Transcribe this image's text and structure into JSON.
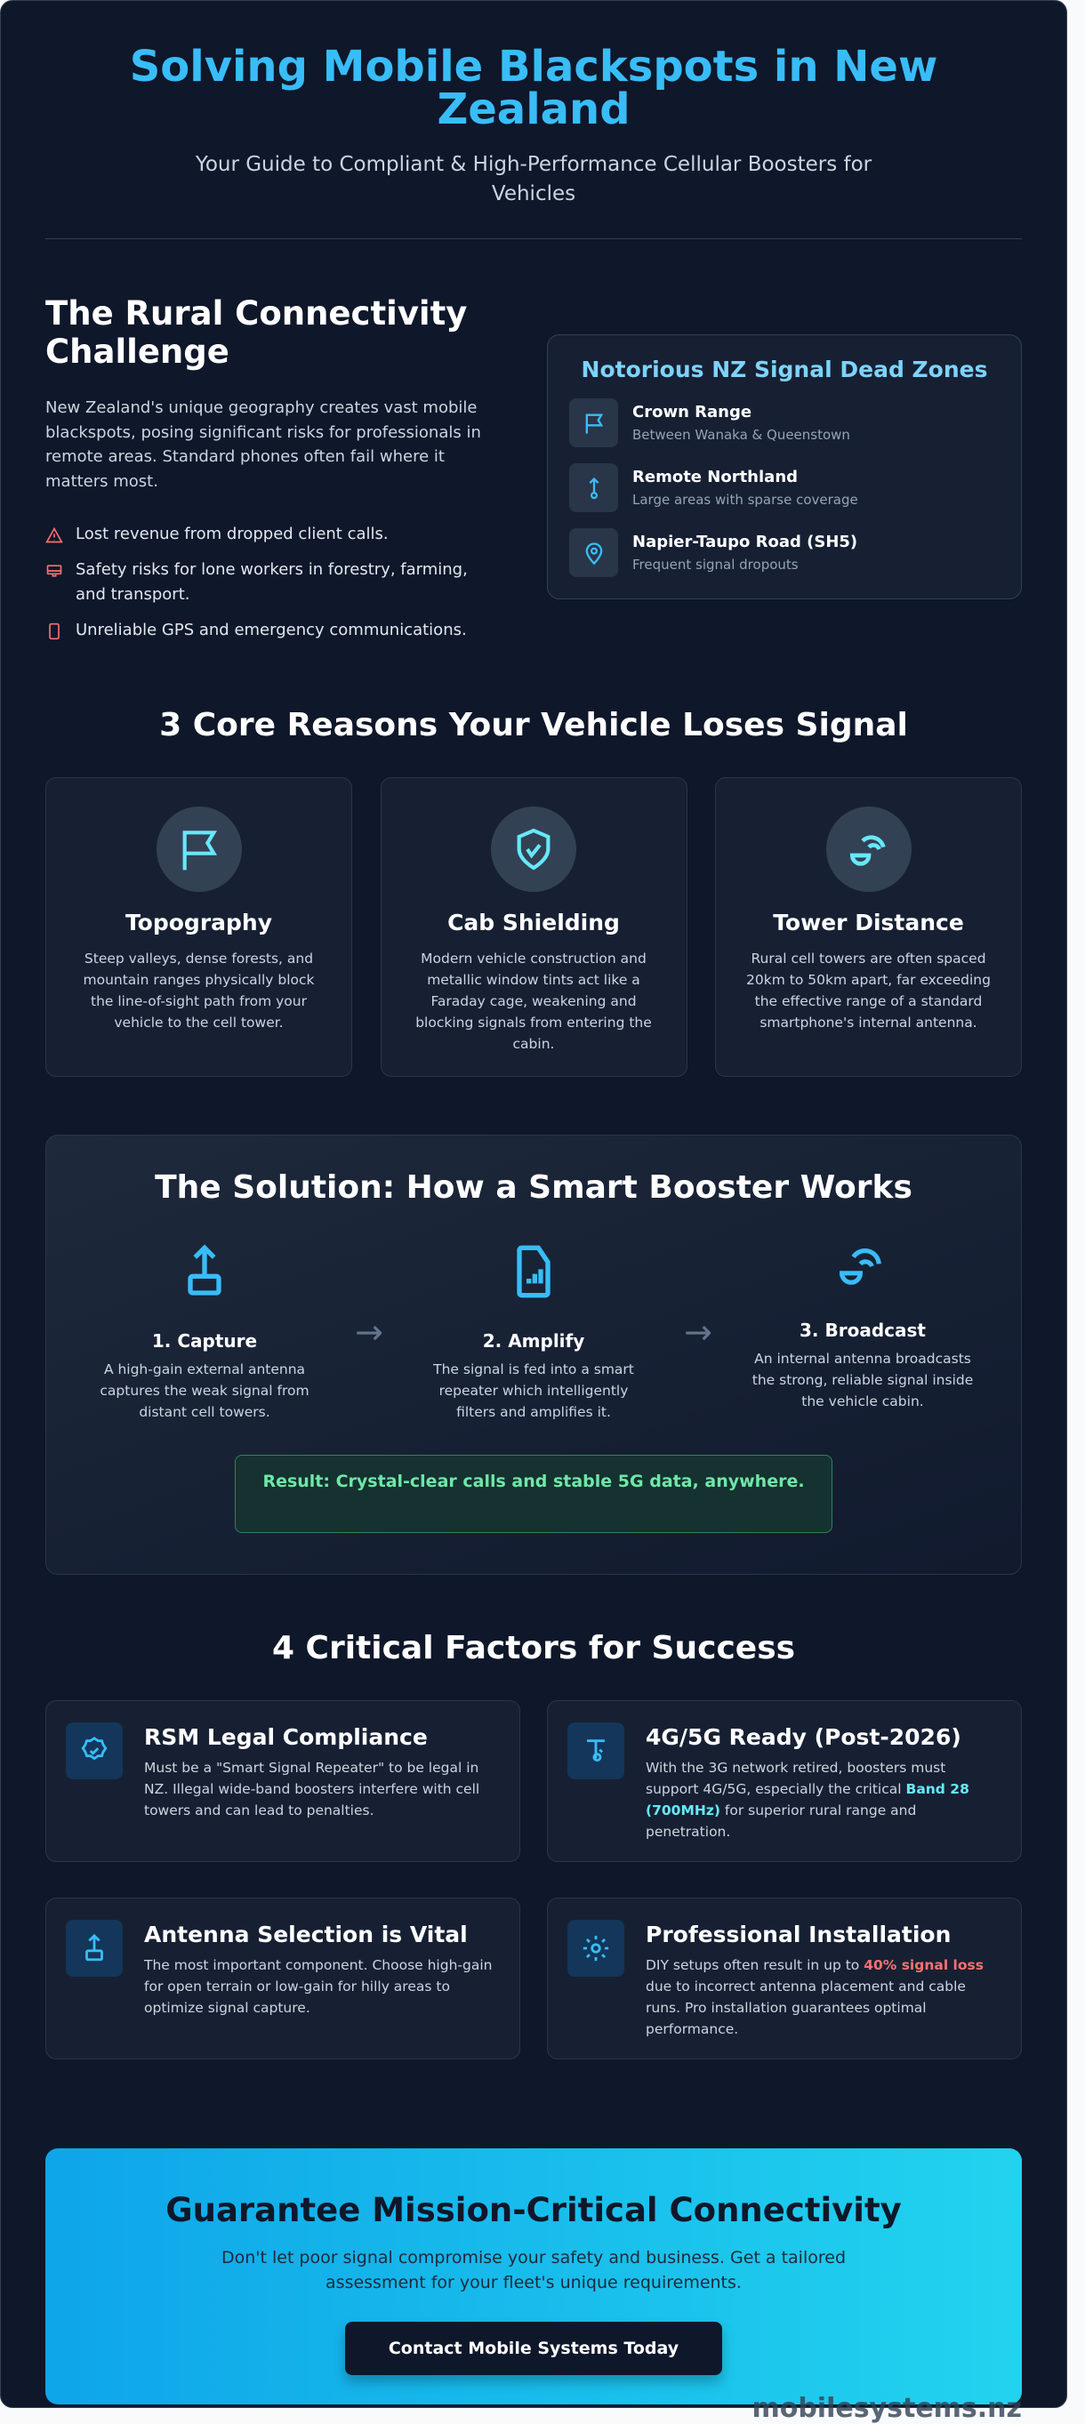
{
  "header": {
    "title": "Solving Mobile Blackspots in New Zealand",
    "subtitle": "Your Guide to Compliant & High-Performance Cellular Boosters for Vehicles"
  },
  "challenge": {
    "title": "The Rural Connectivity Challenge",
    "body": "New Zealand's unique geography creates vast mobile blackspots, posing significant risks for professionals in remote areas. Standard phones often fail where it matters most.",
    "bullets": [
      {
        "icon": "warning-icon",
        "text": "Lost revenue from dropped client calls."
      },
      {
        "icon": "monitor-icon",
        "text": "Safety risks for lone workers in forestry, farming, and transport."
      },
      {
        "icon": "phone-icon",
        "text": "Unreliable GPS and emergency communications."
      }
    ],
    "zones": {
      "title": "Notorious NZ Signal Dead Zones",
      "items": [
        {
          "icon": "flag-icon",
          "name": "Crown Range",
          "desc": "Between Wanaka & Queenstown"
        },
        {
          "icon": "route-icon",
          "name": "Remote Northland",
          "desc": "Large areas with sparse coverage"
        },
        {
          "icon": "map-pin-icon",
          "name": "Napier-Taupo Road (SH5)",
          "desc": "Frequent signal dropouts"
        }
      ]
    }
  },
  "reasons": {
    "title": "3 Core Reasons Your Vehicle Loses Signal",
    "cards": [
      {
        "icon": "flag-icon",
        "title": "Topography",
        "desc": "Steep valleys, dense forests, and mountain ranges physically block the line-of-sight path from your vehicle to the cell tower."
      },
      {
        "icon": "shield-check-icon",
        "title": "Cab Shielding",
        "desc": "Modern vehicle construction and metallic window tints act like a Faraday cage, weakening and blocking signals from entering the cabin."
      },
      {
        "icon": "satellite-dish-icon",
        "title": "Tower Distance",
        "desc": "Rural cell towers are often spaced 20km to 50km apart, far exceeding the effective range of a standard smartphone's internal antenna."
      }
    ]
  },
  "solution": {
    "title": "The Solution: How a Smart Booster Works",
    "steps": [
      {
        "icon": "upload-icon",
        "title": "1. Capture",
        "desc": "A high-gain external antenna captures the weak signal from distant cell towers."
      },
      {
        "icon": "sim-signal-icon",
        "title": "2. Amplify",
        "desc": "The signal is fed into a smart repeater which intelligently filters and amplifies it."
      },
      {
        "icon": "satellite-dish-icon",
        "title": "3. Broadcast",
        "desc": "An internal antenna broadcasts the strong, reliable signal inside the vehicle cabin."
      }
    ],
    "arrow": "→",
    "result": "Result: Crystal-clear calls and stable 5G data, anywhere."
  },
  "factors": {
    "title": "4 Critical Factors for Success",
    "cards": [
      {
        "icon": "badge-check-icon",
        "title": "RSM Legal Compliance",
        "desc": "Must be a \"Smart Signal Repeater\" to be legal in NZ. Illegal wide-band boosters interfere with cell towers and can lead to penalties."
      },
      {
        "icon": "antenna-icon",
        "title": "4G/5G Ready (Post-2026)",
        "pre": "With the 3G network retired, boosters must support 4G/5G, especially the critical ",
        "highlight": "Band 28 (700MHz)",
        "post": " for superior rural range and penetration."
      },
      {
        "icon": "upload-icon",
        "title": "Antenna Selection is Vital",
        "desc": "The most important component. Choose high-gain for open terrain or low-gain for hilly areas to optimize signal capture."
      },
      {
        "icon": "gear-icon",
        "title": "Professional Installation",
        "pre": "DIY setups often result in up to ",
        "highlight": "40% signal loss",
        "post": " due to incorrect antenna placement and cable runs. Pro installation guarantees optimal performance."
      }
    ]
  },
  "cta": {
    "title": "Guarantee Mission-Critical Connectivity",
    "body": "Don't let poor signal compromise your safety and business. Get a tailored assessment for your fleet's unique requirements.",
    "button": "Contact Mobile Systems Today",
    "watermark": "mobilesystems.nz"
  },
  "colors": {
    "accent": "#38bdf8",
    "background": "#0f172a",
    "danger": "#f87171",
    "success": "#6ee7a8"
  }
}
